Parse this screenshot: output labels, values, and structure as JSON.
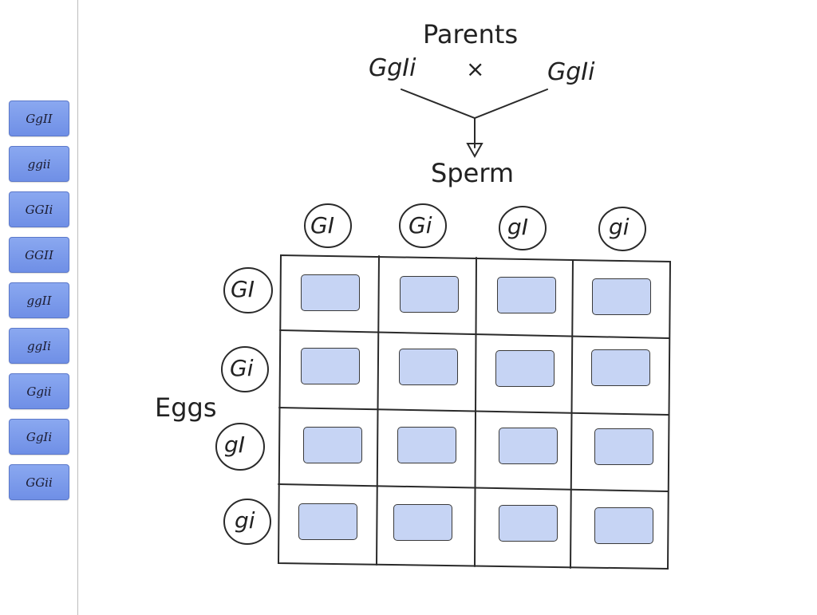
{
  "genotype_tiles": [
    "GgII",
    "ggii",
    "GGIi",
    "GGII",
    "ggII",
    "ggIi",
    "Ggii",
    "GgIi",
    "GGii"
  ],
  "diagram": {
    "parents_label": "Parents",
    "parent_left": "GgIi",
    "cross_symbol": "×",
    "parent_right": "GgIi",
    "sperm_label": "Sperm",
    "eggs_label": "Eggs",
    "sperm_gametes": [
      "GI",
      "Gi",
      "gI",
      "gi"
    ],
    "egg_gametes": [
      "GI",
      "Gi",
      "gI",
      "gi"
    ]
  },
  "colors": {
    "tile": "#7d9beb",
    "drop_zone": "#c6d4f4"
  }
}
